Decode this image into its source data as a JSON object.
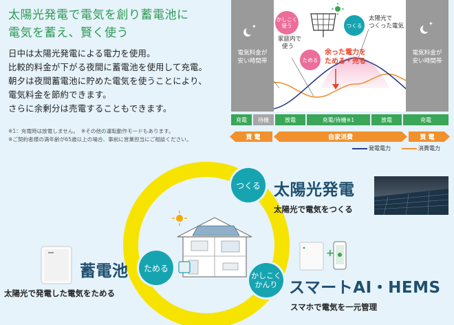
{
  "intro": {
    "title_line1": "太陽光発電で電気を創り蓄電池に",
    "title_line2": "電気を蓄え、賢く使う",
    "desc_lines": [
      "日中は太陽光発電による電力を使用。",
      "比較的料金が下がる夜間に蓄電池を使用して充電。",
      "朝夕は夜間蓄電池に貯めた電気を使うことにより、",
      "電気料金を節約できます。",
      "さらに余剰分は売電することもできます。"
    ],
    "notes": [
      "※1：充電時は放電しません。　※その他の運転動作モードもあります。",
      "※ご契約者様の満年齢が65歳以上の場合、事前に営業担当にご相談ください。"
    ]
  },
  "chart": {
    "night_left_label": [
      "電気料金が",
      "安い時間帯"
    ],
    "night_right_label": [
      "電気料金が",
      "安い時間帯"
    ],
    "badge_kashikoku": [
      "かしこく",
      "使う"
    ],
    "badge_tameru": "ためる",
    "badge_tsukuru": "つくる",
    "text_katei": [
      "家庭内で",
      "使う"
    ],
    "text_solar": [
      "太陽光で",
      "つくった電気"
    ],
    "text_surplus": [
      "余った電力を",
      "ためる・売る"
    ],
    "time_bar": [
      "充電",
      "待機",
      "放電",
      "充電/待機※1",
      "放電",
      "充電"
    ],
    "arrow_bar": [
      "買 電",
      "自家消費",
      "買 電"
    ],
    "legend": [
      "発電電力",
      "消費電力"
    ],
    "colors": {
      "green": "#3aa657",
      "grey": "#a6a6a6",
      "orange": "#f0912e",
      "navy": "#2b3d8f",
      "red": "#e8442e",
      "pink": "#f4b2c8"
    }
  },
  "features": {
    "tsukuru": {
      "badge": "つくる",
      "title": "太陽光発電",
      "sub": "太陽光で電気をつくる"
    },
    "tameru": {
      "badge": "ためる",
      "title": "蓄電池",
      "sub": "太陽光で発電した電気をためる"
    },
    "kashikoku": {
      "badge": [
        "かしこく",
        "かんり"
      ],
      "title": "スマートAI・HEMS",
      "sub": "スマホで電気を一元管理"
    }
  }
}
